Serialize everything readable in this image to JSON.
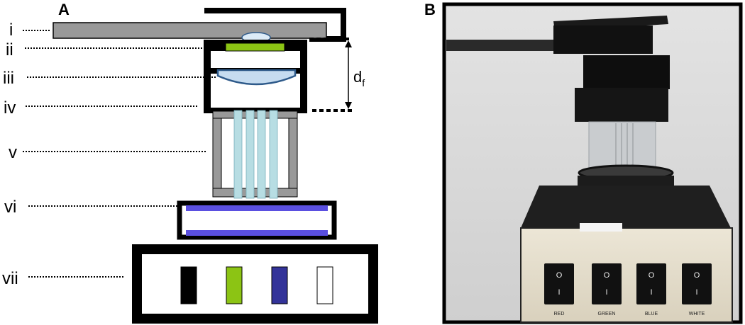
{
  "panel_a": {
    "label": "A",
    "roman_labels": [
      "i",
      "ii",
      "iii",
      "iv",
      "v",
      "vi",
      "vii"
    ],
    "distance_label": {
      "main": "d",
      "sub": "f"
    },
    "filter_colors": [
      "#000000",
      "#8cc414",
      "#333399",
      "#ffffff"
    ],
    "colors": {
      "slide": "#999999",
      "lens_small": "#dcebf7",
      "lens_large": "#c6dcf0",
      "lens_outline": "#2e5a8a",
      "green_filter": "#8cc414",
      "light_guides": "#b7dde3",
      "diffuser": "#5a4fe0"
    }
  },
  "panel_b": {
    "label": "B",
    "switch_labels": [
      "RED",
      "GREEN",
      "BLUE",
      "WHITE"
    ],
    "switch_on_glyph": "O",
    "switch_off_glyph": "I"
  }
}
